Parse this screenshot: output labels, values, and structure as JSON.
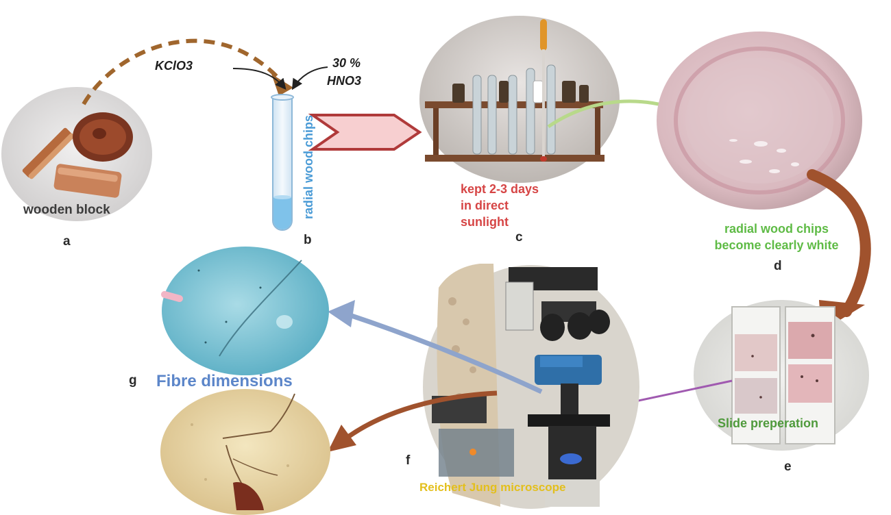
{
  "panels": {
    "a": {
      "letter": "a",
      "caption": "wooden block"
    },
    "b": {
      "letter": "b",
      "reagent_1": "KClO3",
      "reagent_2_line1": "30 %",
      "reagent_2_line2": "HNO3",
      "tube_label": "radial wood chips"
    },
    "c": {
      "letter": "c",
      "caption_lines": [
        "kept 2-3 days",
        "in direct",
        "sunlight"
      ]
    },
    "d": {
      "letter": "d",
      "caption_lines": [
        "radial wood chips",
        "become clearly white"
      ]
    },
    "e": {
      "letter": "e",
      "caption": "Slide preperation"
    },
    "f": {
      "letter": "f",
      "caption": "Reichert Jung microscope"
    },
    "g": {
      "letter": "g",
      "caption": "Fibre dimensions"
    }
  },
  "colors": {
    "brown_arrow": "#a0522d",
    "red_outline": "#b03a3a",
    "pink_fill": "#f7cfd0",
    "green_arrow": "#b8d98a",
    "purple_arrow": "#a05ab0",
    "blue_arrow": "#8ea4cc",
    "caption_red": "#d64545",
    "caption_green": "#5fbb46",
    "caption_blue": "#5c86c9",
    "caption_yellow": "#e3bf1c"
  }
}
